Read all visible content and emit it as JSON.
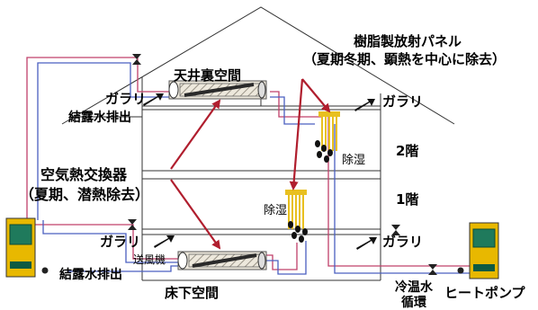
{
  "labels": {
    "attic": "天井裏空間",
    "resin_panel_title": "樹脂製放射パネル",
    "resin_panel_sub": "（夏期冬期、顕熱を中心に除去）",
    "gallery_attic_left": "ガラリ",
    "gallery_attic_right": "ガラリ",
    "gallery_floor_left": "ガラリ",
    "gallery_floor_right": "ガラリ",
    "drain_top": "結露水排出",
    "drain_bottom": "結露水排出",
    "floor2": "2階",
    "floor1": "1階",
    "dehumid_upper": "除湿",
    "dehumid_lower": "除湿",
    "air_hx_title": "空気熱交換器",
    "air_hx_sub": "（夏期、潜熱除去）",
    "fan": "送風機",
    "underfloor": "床下空間",
    "cold_water": "冷温水",
    "circulation": "循環",
    "heat_pump": "ヒートポンプ"
  },
  "colors": {
    "supply_pipe": "#c0406a",
    "return_pipe": "#4a5fc0",
    "arrow": "#b01e2e",
    "panel": "#e8c020",
    "unit_body": "#ede8dc",
    "unit_housing": "#e8b800",
    "unit_screen": "#1f7a5c",
    "unit_slot": "#0e5a42",
    "house_line": "#333333"
  },
  "icons": [
    "heat-pump-unit-icon",
    "valve-icon",
    "fan-icon",
    "dehumidify-drops-icon",
    "louver-icon"
  ]
}
